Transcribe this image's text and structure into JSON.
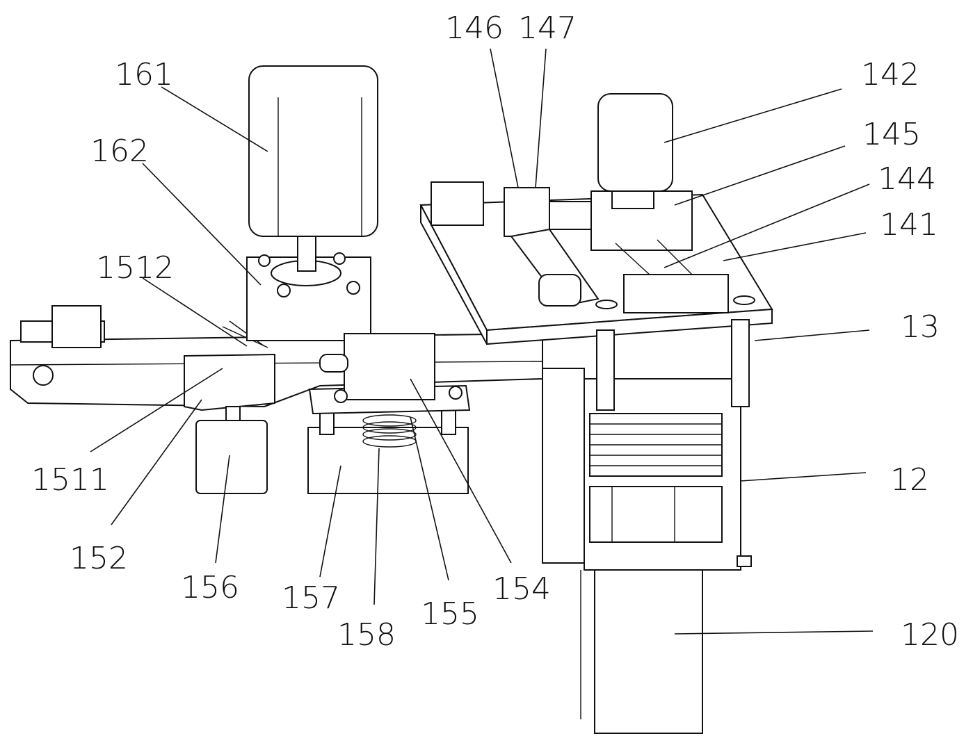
{
  "labels": {
    "l161": "161",
    "l162": "162",
    "l1512": "1512",
    "l1511": "1511",
    "l152": "152",
    "l156": "156",
    "l157": "157",
    "l158": "158",
    "l155": "155",
    "l154": "154",
    "l146": "146",
    "l147": "147",
    "l142": "142",
    "l145": "145",
    "l144": "144",
    "l141": "141",
    "l13": "13",
    "l12": "12",
    "l120": "120"
  }
}
